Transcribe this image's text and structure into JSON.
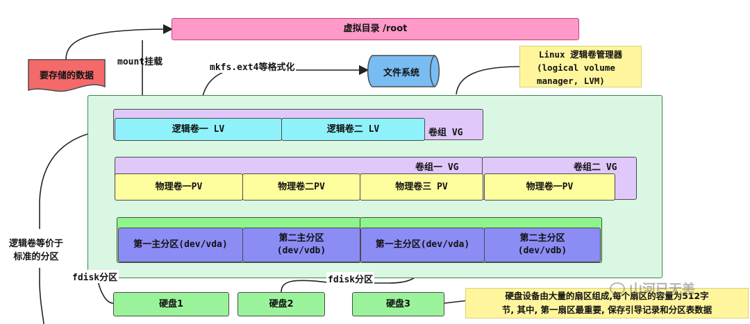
{
  "root_dir": "虚拟目录 /root",
  "data_to_store": "要存储的数据",
  "mount_label": "mount挂载",
  "mkfs_label": "mkfs.ext4等格式化",
  "filesystem": "文件系统",
  "lvm_note": [
    "Linux 逻辑卷管理器",
    "(logical volume",
    "manager, LVM)"
  ],
  "lvs": [
    "逻辑卷一 LV",
    "逻辑卷二 LV"
  ],
  "vg_top": "卷组 VG",
  "vgs": [
    "卷组一 VG",
    "卷组二 VG"
  ],
  "pvs": [
    "物理卷一PV",
    "物理卷二PV",
    "物理卷三 PV",
    "物理卷一PV"
  ],
  "partitions": [
    {
      "name": "第一主分区(dev/vda)",
      "dev": ""
    },
    {
      "name": "第二主分区",
      "dev": "(dev/vdb)"
    },
    {
      "name": "第一主分区(dev/vda)",
      "dev": ""
    },
    {
      "name": "第二主分区",
      "dev": "(dev/vdb)"
    }
  ],
  "lv_equiv": [
    "逻辑卷等价于",
    "标准的分区"
  ],
  "fdisk_left": "fdisk分区",
  "fdisk_mid": "fdisk分区",
  "disks": [
    "硬盘1",
    "硬盘2",
    "硬盘3"
  ],
  "disk_note": [
    "硬盘设备由大量的扇区组成,每个扇区的容量为512字",
    "节, 其中, 第一扇区最重要, 保存引导记录和分区表数据"
  ],
  "watermark": "山河已无恙",
  "colors": {
    "root": "#ff99c8",
    "data_doc": "#f46a6a",
    "filesystem": "#79bcf2",
    "note": "#fff59d",
    "container": "#d9f7e3",
    "vg": "#e0c8fa",
    "lv": "#8ff2fa",
    "pv": "#fffe9e",
    "partition_bar": "#8ef58c",
    "partition": "#8c8cf5",
    "disk": "#9af39a"
  }
}
